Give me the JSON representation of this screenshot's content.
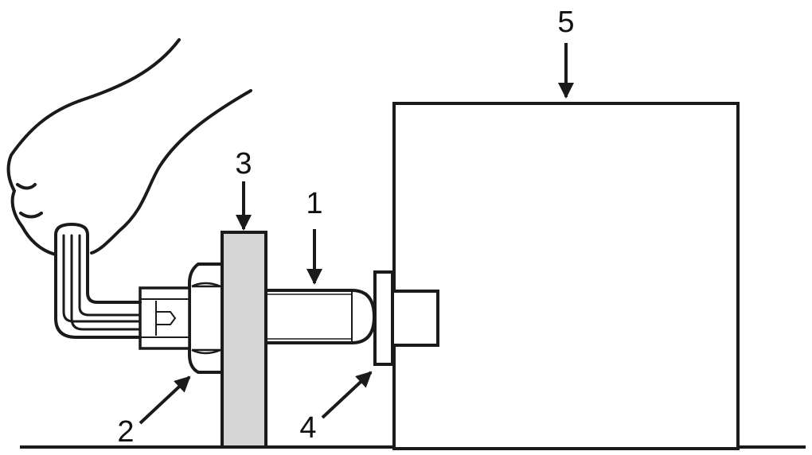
{
  "diagram": {
    "colors": {
      "stroke": "#1a1a1a",
      "plate_fill": "#d6d6d6",
      "background": "#ffffff"
    },
    "labels": [
      {
        "id": "label-1",
        "text": "1"
      },
      {
        "id": "label-2",
        "text": "2"
      },
      {
        "id": "label-3",
        "text": "3"
      },
      {
        "id": "label-4",
        "text": "4"
      },
      {
        "id": "label-5",
        "text": "5"
      }
    ]
  }
}
